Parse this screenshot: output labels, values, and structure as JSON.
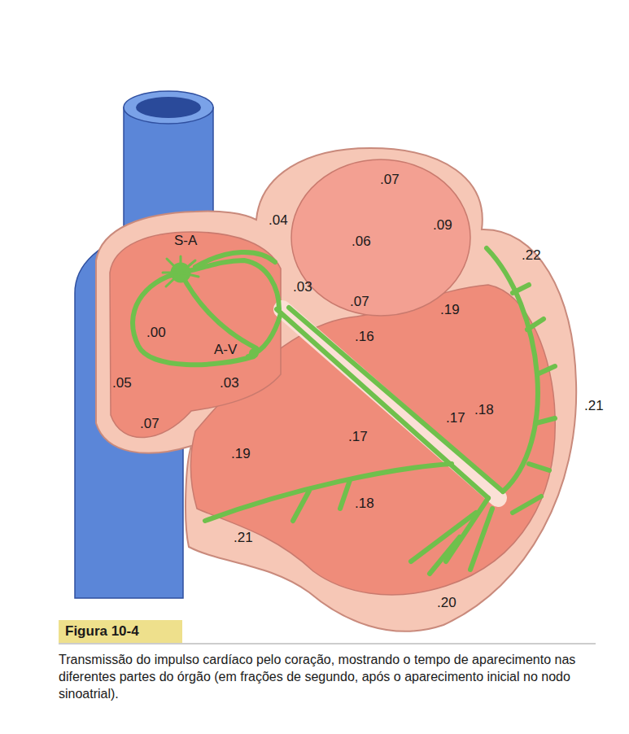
{
  "diagram": {
    "caption": "Transmissão do impulso cardíaco pelo coração, mostrando o tempo de aparecimento nas diferentes partes do órgão (em frações de segundo, após o aparecimento inicial no nodo sinoatrial).",
    "nodes": [
      {
        "text": [
          "Figura 10-4"
        ]
      }
    ],
    "labels": [
      ".07",
      ".04",
      ".09",
      ".06",
      ".22",
      "S-A",
      ".03",
      ".07",
      ".19",
      ".00",
      ".16",
      "A-V",
      ".03",
      ".05",
      ".21",
      ".18",
      ".07",
      ".17",
      ".17",
      ".19",
      ".18",
      ".21",
      ".20"
    ]
  }
}
